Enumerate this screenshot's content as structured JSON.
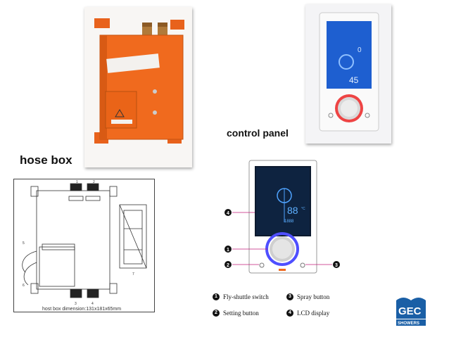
{
  "labels": {
    "hose_box": "hose box",
    "control_panel": "control panel"
  },
  "drawing": {
    "dimension_text": "host box dimension:131x181x65mm",
    "callouts": [
      "1",
      "2",
      "3",
      "4",
      "5",
      "6",
      "7"
    ]
  },
  "panel_display": {
    "temperature_top": "0",
    "temperature_main": "45",
    "lcd_digits": "88",
    "lcd_unit": "°C",
    "lcd_small": "1888"
  },
  "legend": [
    {
      "num": "1",
      "text": "Fly-shuttle switch"
    },
    {
      "num": "2",
      "text": "Setting button"
    },
    {
      "num": "3",
      "text": "Spray button"
    },
    {
      "num": "4",
      "text": "LCD display"
    }
  ],
  "logo": {
    "brand": "GEC",
    "sub": "SHOWERS"
  },
  "colors": {
    "box_orange": "#f06a1e",
    "lcd_blue": "#1a6fd8",
    "callout_accent": "#c21e7a",
    "logo_blue": "#1a5fa6"
  }
}
